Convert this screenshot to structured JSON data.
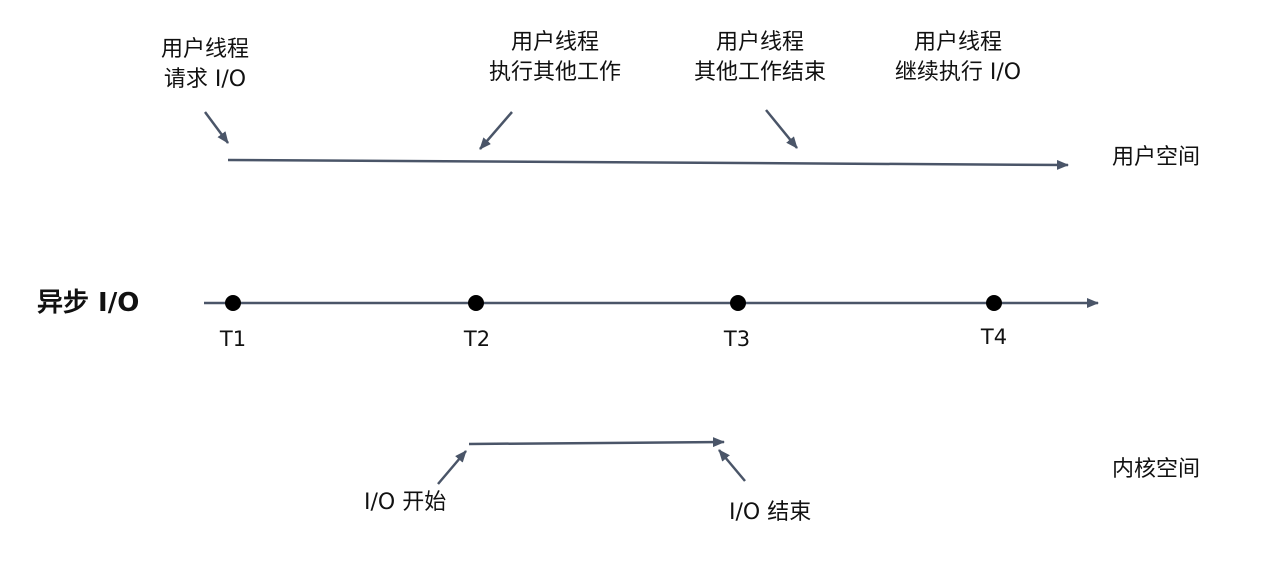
{
  "title": "异步 I/O",
  "user_space_label": "用户空间",
  "kernel_space_label": "内核空间",
  "timepoints": [
    "T1",
    "T2",
    "T3",
    "T4"
  ],
  "user_annotations": [
    {
      "line1": "用户线程",
      "line2": "请求 I/O"
    },
    {
      "line1": "用户线程",
      "line2": "执行其他工作"
    },
    {
      "line1": "用户线程",
      "line2": "其他工作结束"
    },
    {
      "line1": "用户线程",
      "line2": "继续执行 I/O"
    }
  ],
  "kernel_annotations": [
    {
      "text": "I/O 开始"
    },
    {
      "text": "I/O 结束"
    }
  ],
  "colors": {
    "line": "#4a5568",
    "dot": "#000000",
    "text": "#111111"
  }
}
